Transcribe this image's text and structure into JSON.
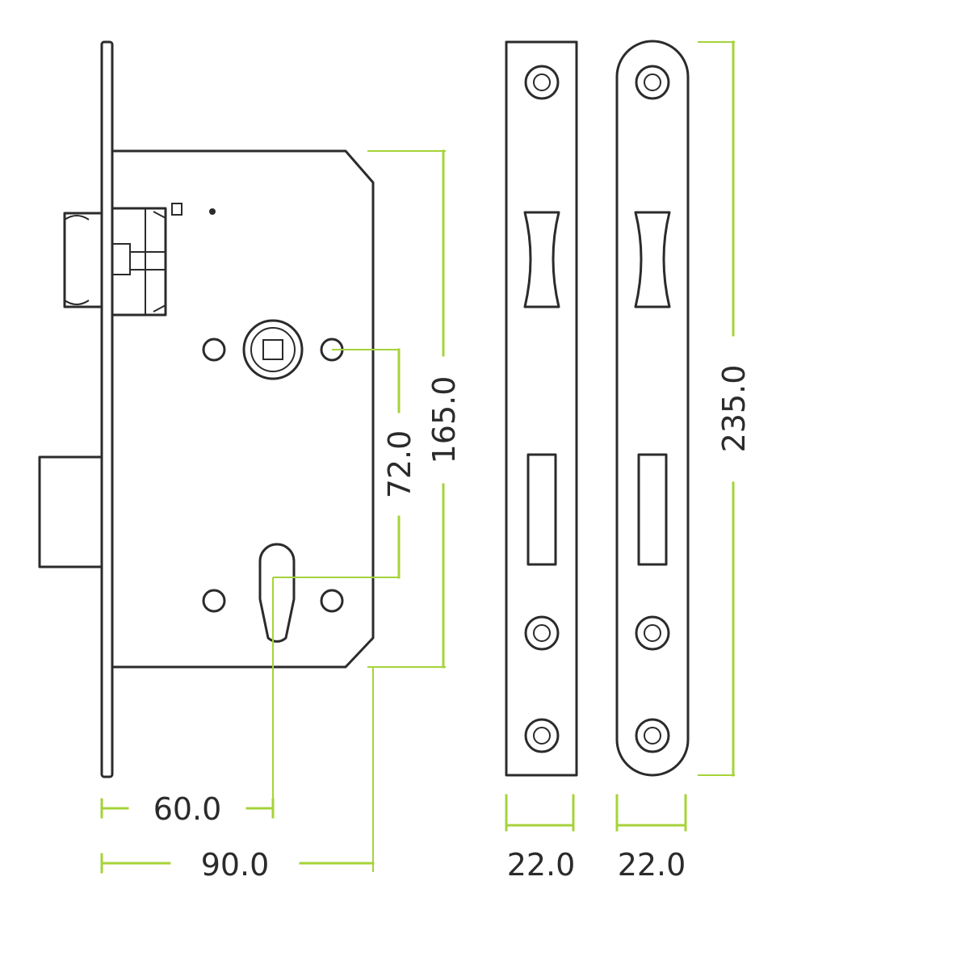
{
  "colors": {
    "outline": "#2b2b2b",
    "dimension_line": "#a6d33a",
    "background": "#ffffff"
  },
  "dimensions": {
    "backset": "60.0",
    "case_depth": "90.0",
    "centres": "72.0",
    "case_height": "165.0",
    "forend_square_width": "22.0",
    "forend_radius_width": "22.0",
    "forend_length": "235.0"
  }
}
